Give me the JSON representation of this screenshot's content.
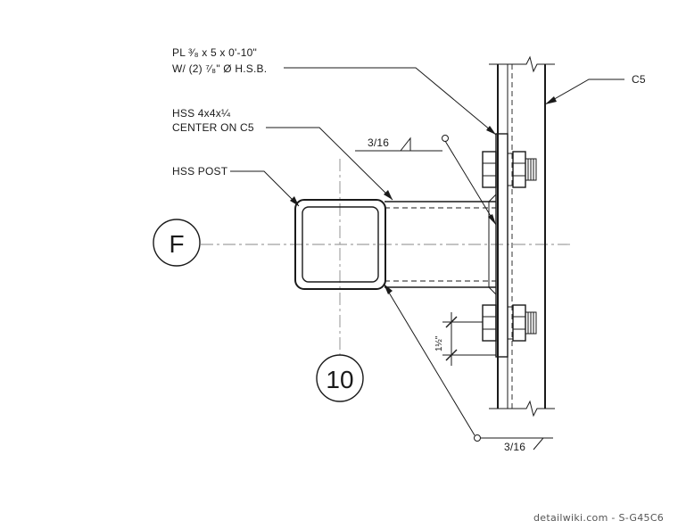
{
  "labels": {
    "plate_line1": "PL ³⁄₈ x 5 x 0'-10\"",
    "plate_line2": "W/ (2) ⁷⁄₈\" Ø H.S.B.",
    "hss_beam_line1": "HSS 4x4x¼",
    "hss_beam_line2": "CENTER ON C5",
    "hss_post": "HSS POST",
    "channel": "C5",
    "weld_top": "3/16",
    "weld_bottom": "3/16",
    "bolt_spacing": "1½\""
  },
  "grid_bubbles": {
    "row": "F",
    "column": "10"
  },
  "watermark": "detailwiki.com - S-G45C6"
}
